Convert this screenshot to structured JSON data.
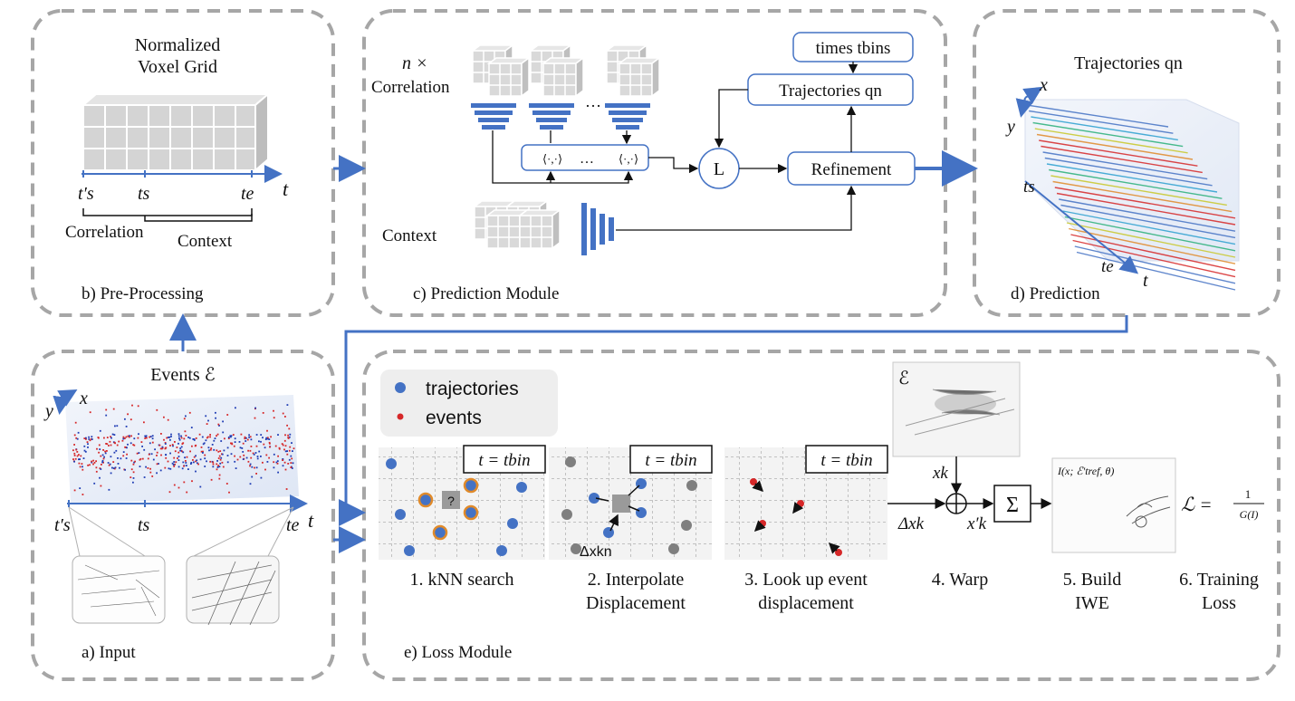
{
  "colors": {
    "accent": "#4472c4",
    "event_red": "#d62728",
    "panel_border": "#a6a6a6",
    "grid_gray": "#c8c8c8",
    "dark_gray": "#7f7f7f"
  },
  "panels": {
    "preprocessing": {
      "caption": "b) Pre-Processing",
      "title_line1": "Normalized",
      "title_line2": "Voxel Grid",
      "tick_ts_prime": "t′s",
      "tick_ts": "ts",
      "tick_te": "te",
      "axis_t": "t",
      "label_correlation": "Correlation",
      "label_context": "Context"
    },
    "prediction_module": {
      "caption": "c) Prediction Module",
      "n_times": "n ×",
      "correlation": "Correlation",
      "context": "Context",
      "dots": "…",
      "inner_product": "⟨·,·⟩",
      "inner_dots": "…",
      "loss_node": "L",
      "refinement": "Refinement",
      "trajectories_box": "Trajectories qn",
      "times_box": "times tbins"
    },
    "prediction": {
      "caption": "d) Prediction",
      "title": "Trajectories qn",
      "axis_x": "x",
      "axis_y": "y",
      "axis_t": "t",
      "tick_ts": "ts",
      "tick_te": "te"
    },
    "input": {
      "caption": "a) Input",
      "title": "Events ℰ",
      "axis_x": "x",
      "axis_y": "y",
      "axis_t": "t",
      "tick_ts_prime": "t′s",
      "tick_ts": "ts",
      "tick_te": "te"
    },
    "loss_module": {
      "caption": "e) Loss Module",
      "legend": {
        "trajectories": "trajectories",
        "events": "events"
      },
      "step_box_label": "t = tbin",
      "query_mark": "?",
      "delta_label": "Δxkn",
      "steps": [
        "1. kNN search",
        "2. Interpolate Displacement",
        "3. Look up event displacement",
        "4. Warp",
        "5. Build IWE",
        "6. Training Loss"
      ],
      "event_image_label": "ℰ",
      "xk": "xk",
      "delta_xk": "Δxk",
      "xk_prime": "x′k",
      "sum": "Σ",
      "iwe_label": "I(x; ℰ′tref, θ)",
      "loss_formula": "ℒ = 1 / G(I)"
    }
  }
}
